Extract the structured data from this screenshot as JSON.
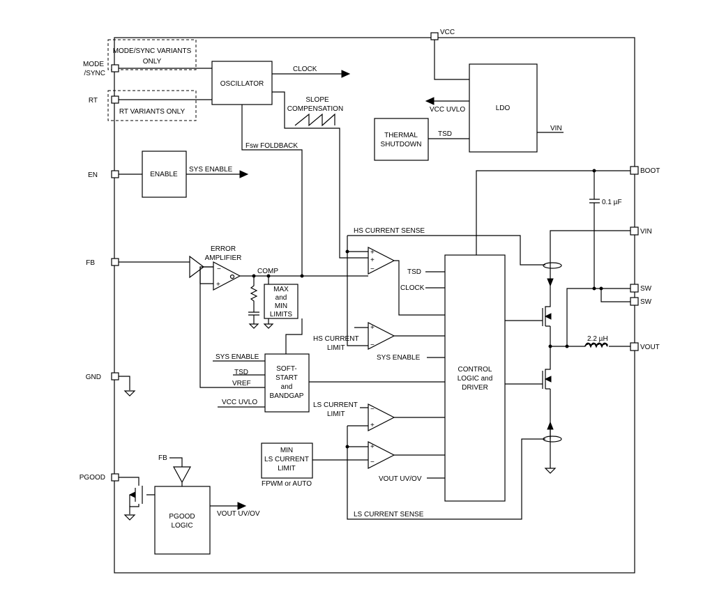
{
  "pins": {
    "vcc": "VCC",
    "mode_sync": [
      "MODE",
      "/SYNC"
    ],
    "rt": "RT",
    "en": "EN",
    "fb": "FB",
    "gnd": "GND",
    "pgood": "PGOOD",
    "boot": "BOOT",
    "vin": "VIN",
    "sw1": "SW",
    "sw2": "SW",
    "vout": "VOUT"
  },
  "variants": {
    "mode_sync": [
      "MODE/SYNC VARIANTS",
      "ONLY"
    ],
    "rt": "RT VARIANTS ONLY"
  },
  "blocks": {
    "oscillator": "OSCILLATOR",
    "ldo": "LDO",
    "thermal": [
      "THERMAL",
      "SHUTDOWN"
    ],
    "enable": "ENABLE",
    "error_amp": [
      "ERROR",
      "AMPLIFIER"
    ],
    "max_min": [
      "MAX",
      "and",
      "MIN",
      "LIMITS"
    ],
    "soft_start": [
      "SOFT-",
      "START",
      "and",
      "BANDGAP"
    ],
    "control": [
      "CONTROL",
      "LOGIC and",
      "DRIVER"
    ],
    "min_ls": [
      "MIN",
      "LS CURRENT",
      "LIMIT"
    ],
    "pgood_logic": [
      "PGOOD",
      "LOGIC"
    ]
  },
  "signals": {
    "clock_out": "CLOCK",
    "slope": [
      "SLOPE",
      "COMPENSATION"
    ],
    "vcc_uvlo": "VCC UVLO",
    "tsd": "TSD",
    "vin": "VIN",
    "fsw_foldback": "Fsw FOLDBACK",
    "sys_enable": "SYS ENABLE",
    "hs_sense": "HS CURRENT SENSE",
    "comp": "COMP",
    "tsd_ctrl": "TSD",
    "clock_ctrl": "CLOCK",
    "hs_limit": [
      "HS CURRENT",
      "LIMIT"
    ],
    "sys_enable_ctrl": "SYS ENABLE",
    "ss_sys_enable": "SYS ENABLE",
    "ss_tsd": "TSD",
    "ss_vref": "VREF",
    "ss_vcc_uvlo": "VCC UVLO",
    "ls_limit": [
      "LS CURRENT",
      "LIMIT"
    ],
    "fpwm": "FPWM or AUTO",
    "vout_uvov_ctrl": "VOUT UV/OV",
    "ls_sense": "LS CURRENT SENSE",
    "pg_fb": "FB",
    "vout_uvov": "VOUT UV/OV"
  },
  "components": {
    "cap": "0.1 µF",
    "inductor": "2.2 µH"
  }
}
